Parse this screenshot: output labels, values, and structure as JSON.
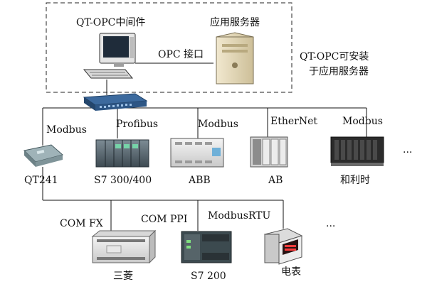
{
  "server_box": {
    "middleware_label": "QT-OPC中间件",
    "app_server_label": "应用服务器",
    "opc_link_label": "OPC 接口"
  },
  "side_note": {
    "line1": "QT-OPC可安装",
    "line2": "于应用服务器"
  },
  "bus_protocols": {
    "modbus_left": "Modbus",
    "profibus": "Profibus",
    "modbus_abb": "Modbus",
    "ethernet": "EtherNet",
    "modbus_right": "Modbus",
    "more": "..."
  },
  "devices": {
    "qt241": "QT241",
    "s7_300": "S7 300/400",
    "abb": "ABB",
    "ab": "AB",
    "hollysys": "和利时"
  },
  "serial_protocols": {
    "com_fx": "COM FX",
    "com_ppi": "COM PPI",
    "modbus_rtu": "ModbusRTU",
    "more": "..."
  },
  "serial_devices": {
    "mitsubishi": "三菱",
    "s7_200": "S7 200",
    "meter": "电表"
  }
}
